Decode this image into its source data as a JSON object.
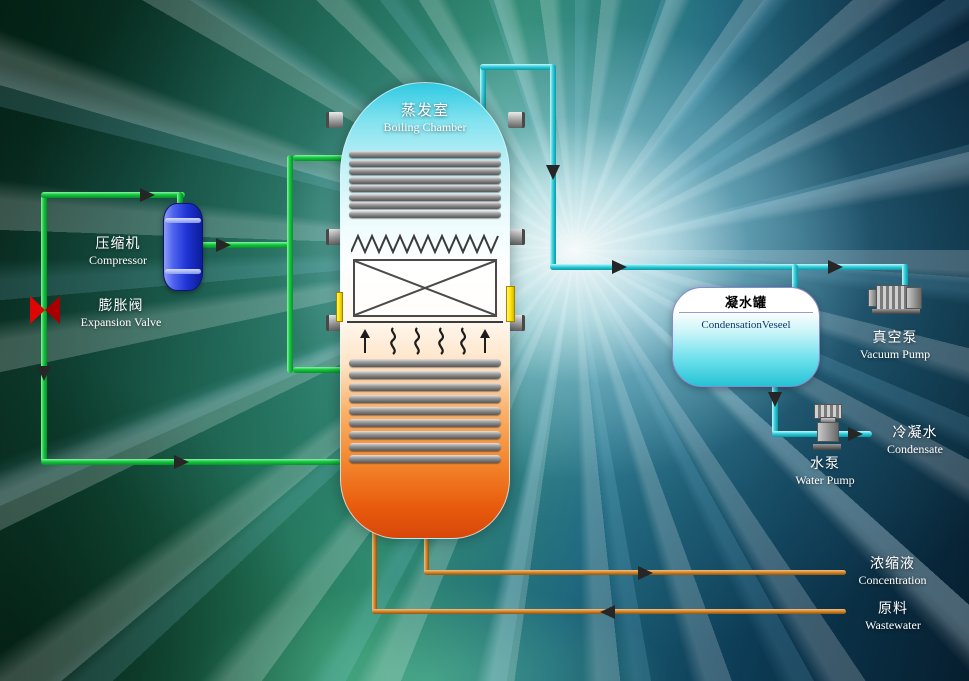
{
  "diagram": {
    "labels": {
      "boiling_chamber": {
        "zh": "蒸发室",
        "en": "Boiling Chamber"
      },
      "compressor": {
        "zh": "压缩机",
        "en": "Compressor"
      },
      "expansion_valve": {
        "zh": "膨胀阀",
        "en": "Expansion Valve"
      },
      "condensation_vessel": {
        "zh": "凝水罐",
        "en": "CondensationVeseel"
      },
      "vacuum_pump": {
        "zh": "真空泵",
        "en": "Vacuum Pump"
      },
      "water_pump": {
        "zh": "水泵",
        "en": "Water Pump"
      },
      "condensate": {
        "zh": "冷凝水",
        "en": "Condensate"
      },
      "concentration": {
        "zh": "浓缩液",
        "en": "Concentration"
      },
      "wastewater": {
        "zh": "原料",
        "en": "Wastewater"
      }
    },
    "colors": {
      "pipe_refrigerant_green": "#14c83e",
      "pipe_vapor_cyan": "#35d0dd",
      "pipe_process_orange": "#cf7f22",
      "valve_red": "#e00505",
      "compressor_blue": "#1e34d4",
      "vessel_cold": "#2fc9e2",
      "vessel_hot": "#e85c0e"
    }
  }
}
